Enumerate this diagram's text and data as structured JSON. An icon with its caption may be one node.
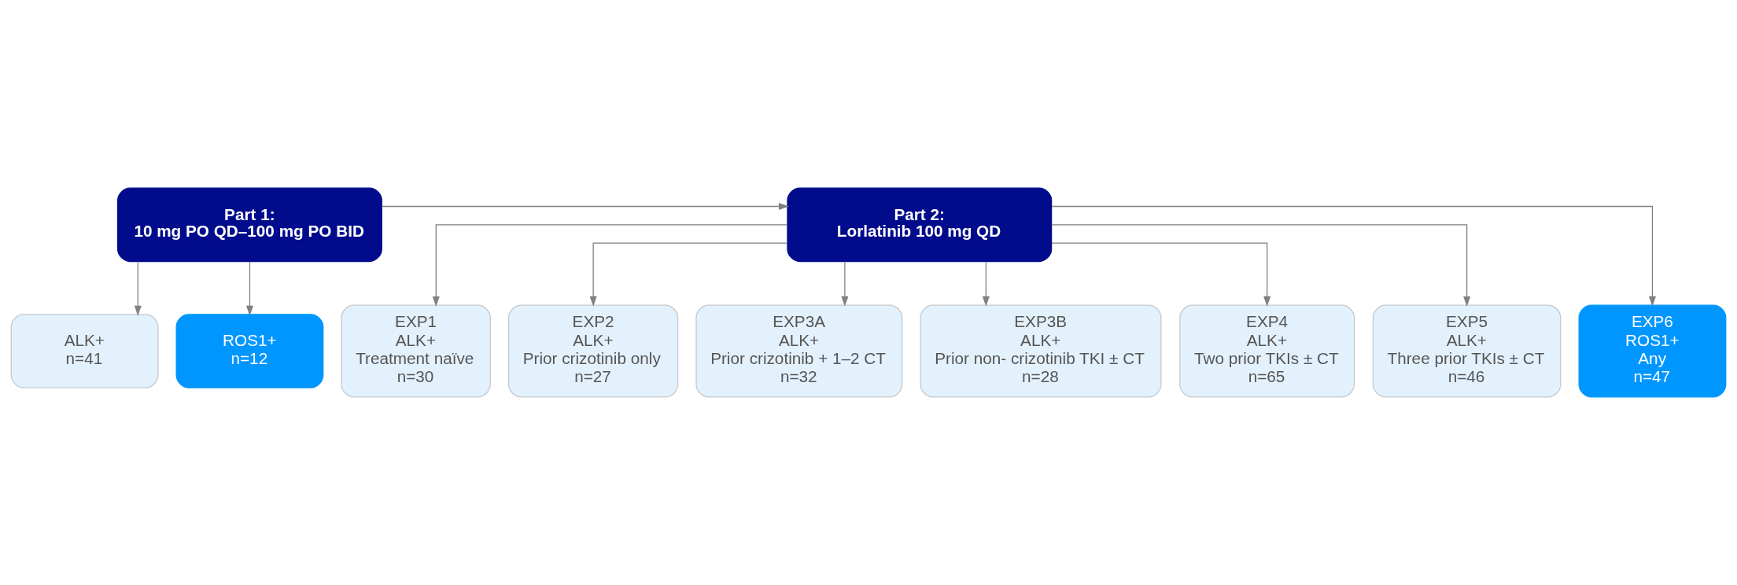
{
  "diagram": {
    "nodes": [
      {
        "text": [
          "Part 1:",
          "10 mg PO QD–100 mg PO BID"
        ]
      },
      {
        "text": [
          "Part 2:",
          "Lorlatinib 100 mg QD"
        ]
      },
      {
        "text": [
          "ALK+",
          "n=41"
        ]
      },
      {
        "text": [
          "ROS1+",
          "n=12"
        ]
      },
      {
        "text": [
          "EXP1",
          "ALK+",
          "Treatment naïve",
          "n=30"
        ]
      },
      {
        "text": [
          "EXP2",
          "ALK+",
          "Prior crizotinib only",
          "n=27"
        ]
      },
      {
        "text": [
          "EXP3A",
          "ALK+",
          "Prior crizotinib + 1–2 CT",
          "n=32"
        ]
      },
      {
        "text": [
          "EXP3B",
          "ALK+",
          "Prior non- crizotinib TKI ± CT",
          "n=28"
        ]
      },
      {
        "text": [
          "EXP4",
          "ALK+",
          "Two prior TKIs ± CT",
          "n=65"
        ]
      },
      {
        "text": [
          "EXP5",
          "ALK+",
          "Three prior TKIs ± CT",
          "n=46"
        ]
      },
      {
        "text": [
          "EXP6",
          "ROS1+",
          "Any",
          "n=47"
        ]
      }
    ],
    "edges": [
      {
        "from": 0,
        "to": 1,
        "arrow": "to"
      },
      {
        "from": 0,
        "to": 2,
        "arrow": "to"
      },
      {
        "from": 0,
        "to": 3,
        "arrow": "to"
      },
      {
        "from": 1,
        "to": 4,
        "arrow": "to"
      },
      {
        "from": 1,
        "to": 5,
        "arrow": "to"
      },
      {
        "from": 1,
        "to": 6,
        "arrow": "to"
      },
      {
        "from": 1,
        "to": 7,
        "arrow": "to"
      },
      {
        "from": 1,
        "to": 8,
        "arrow": "to"
      },
      {
        "from": 1,
        "to": 9,
        "arrow": "to"
      },
      {
        "from": 1,
        "to": 10,
        "arrow": "to"
      }
    ]
  }
}
